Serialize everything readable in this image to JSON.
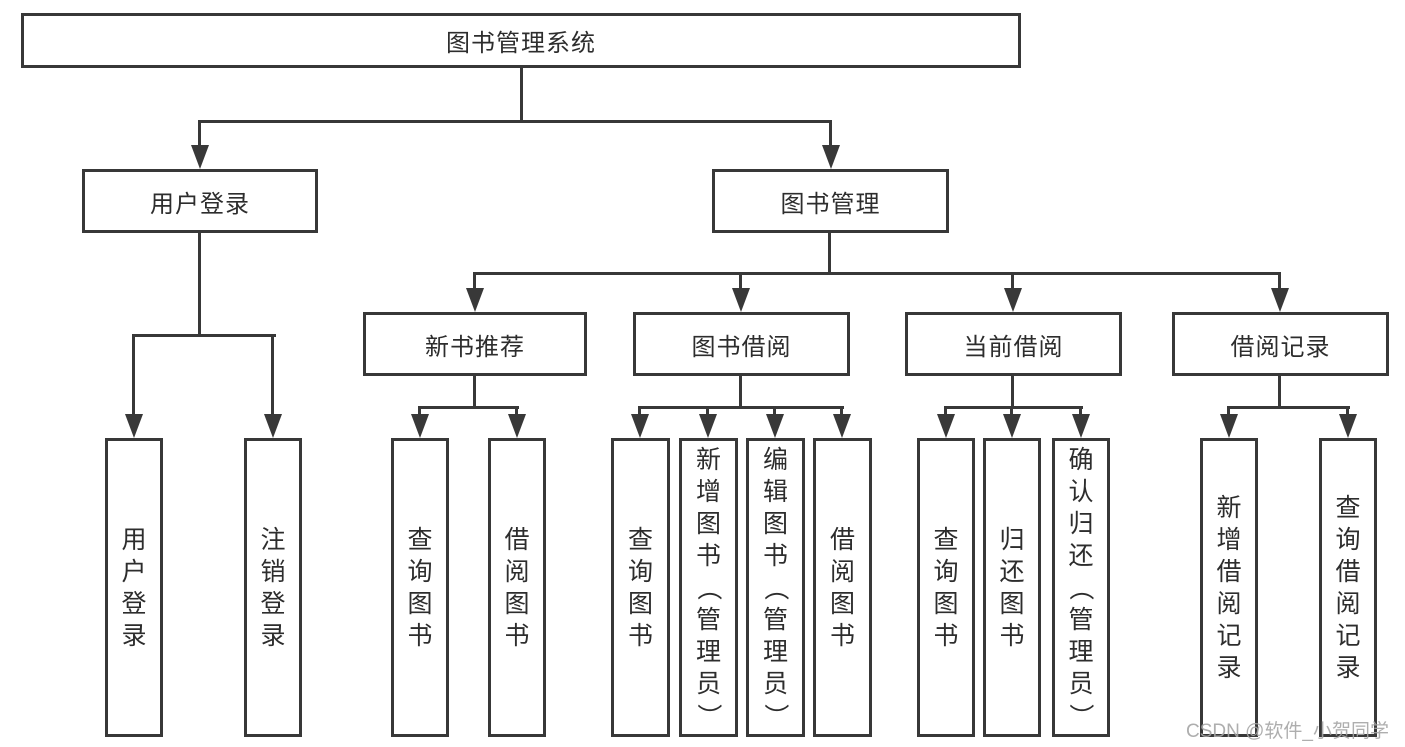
{
  "title": "图书管理系统",
  "tree": {
    "root": "图书管理系统",
    "branches": {
      "user_login": "用户登录",
      "book_mgmt": "图书管理"
    },
    "modules": {
      "new_book_rec": "新书推荐",
      "book_borrow": "图书借阅",
      "current_borrow": "当前借阅",
      "borrow_records": "借阅记录"
    },
    "leaves": {
      "user_login_login": "用户登录",
      "user_login_logout": "注销登录",
      "new_book_query": "查询图书",
      "new_book_borrow": "借阅图书",
      "book_borrow_query": "查询图书",
      "book_borrow_add": "新增图书（管理员）",
      "book_borrow_edit": "编辑图书（管理员）",
      "book_borrow_borrow": "借阅图书",
      "current_query": "查询图书",
      "current_return": "归还图书",
      "current_confirm": "确认归还（管理员）",
      "records_add": "新增借阅记录",
      "records_query": "查询借阅记录"
    }
  },
  "watermark": "CSDN @软件_小贺同学",
  "colors": {
    "line": "#383838",
    "text": "#2d2d2d",
    "background": "#ffffff",
    "watermark": "#a5a5a5"
  }
}
